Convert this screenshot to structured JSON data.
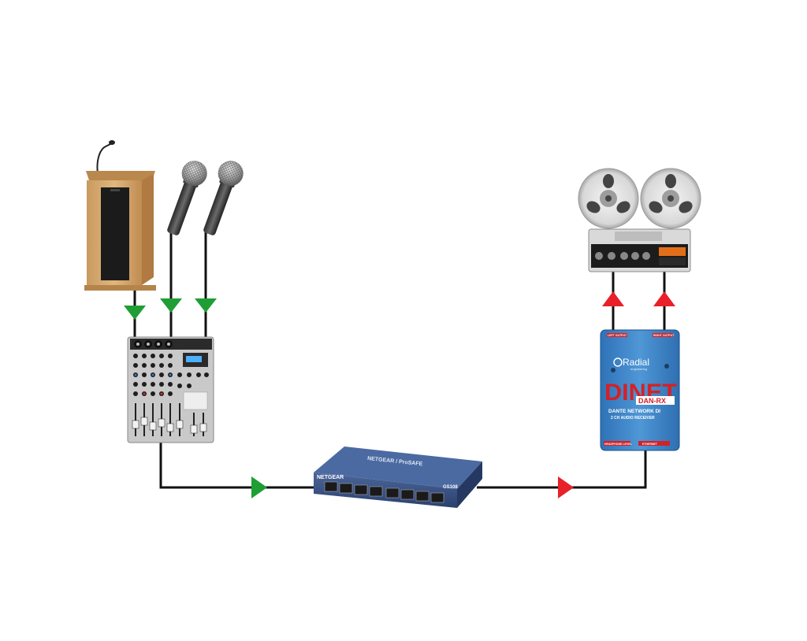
{
  "diagram": {
    "switch": {
      "brand": "NETGEAR",
      "model": "GS108",
      "top_text": "NETGEAR / ProSAFE"
    },
    "di_box": {
      "brand": "Radial",
      "brand_sub": "engineering",
      "logo_main": "DINET",
      "logo_model": "DAN-RX",
      "line1": "DANTE NETWORK DI",
      "line2": "2 CH AUDIO RECEIVER",
      "jack_left": "LEFT OUTPUT",
      "jack_right": "RIGHT OUTPUT",
      "footer_left": "HEADPHONE LEVEL",
      "footer_right": "ETHERNET"
    },
    "colors": {
      "input_arrow": "#1f9e35",
      "output_arrow": "#e8202a",
      "cable": "#111111",
      "di_blue": "#3f86c9",
      "di_red": "#d42126",
      "switch_blue": "#35507f"
    }
  }
}
